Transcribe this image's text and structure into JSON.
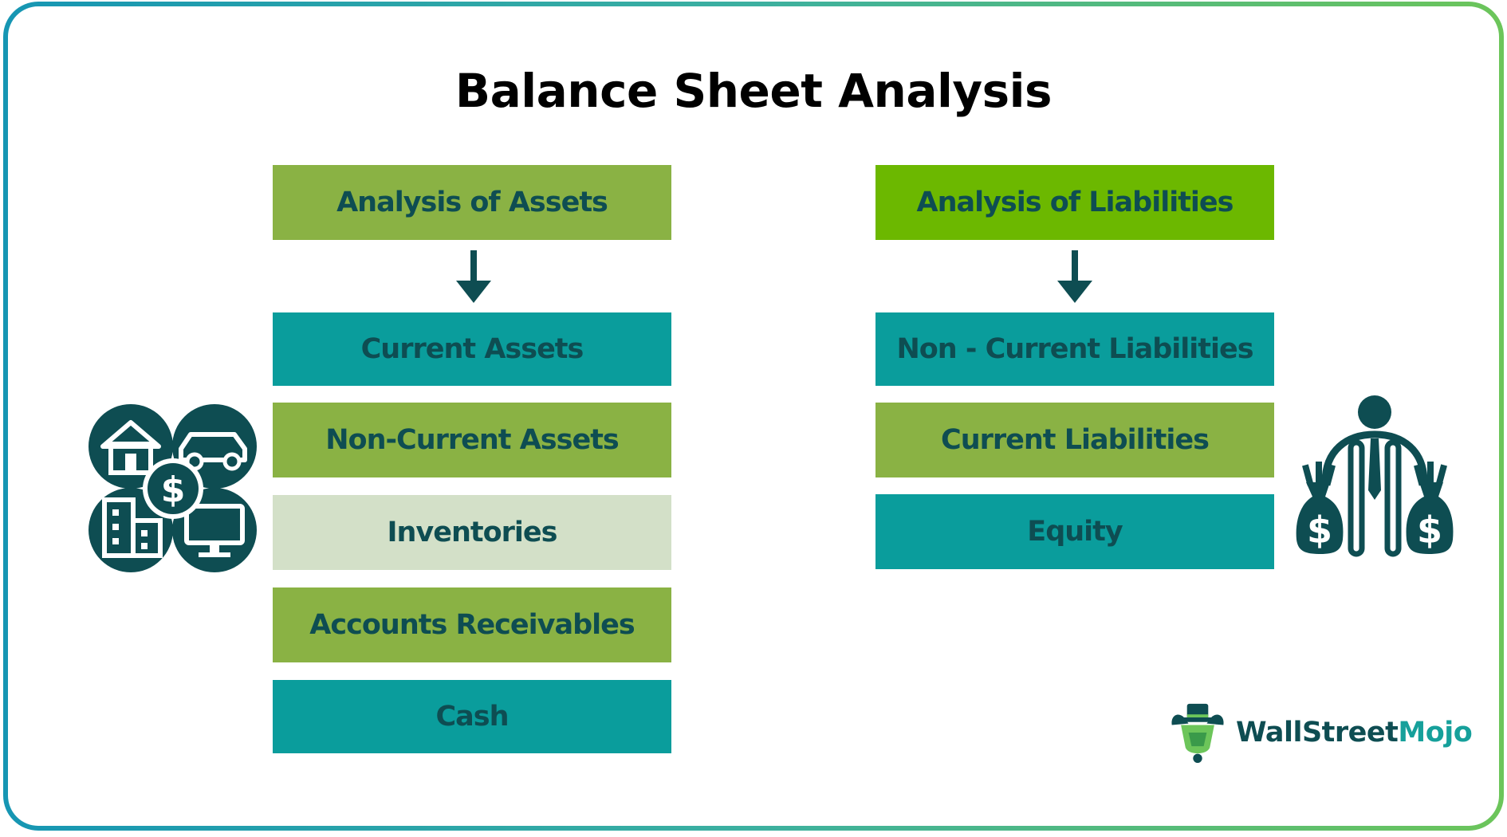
{
  "title": "Balance Sheet Analysis",
  "colors": {
    "olive": "#8ab244",
    "bright_green": "#6cb800",
    "teal": "#0a9d9c",
    "pale": "#d3e0c8",
    "dark_text": "#0e4d52",
    "icon_dark": "#0e4d52"
  },
  "assets": {
    "header": "Analysis of Assets",
    "items": [
      "Current Assets",
      "Non-Current Assets",
      "Inventories",
      "Accounts Receivables",
      "Cash"
    ]
  },
  "liabilities": {
    "header": "Analysis of Liabilities",
    "items": [
      "Non - Current Liabilities",
      "Current Liabilities",
      "Equity"
    ]
  },
  "icons": {
    "assets_cluster": [
      "house-icon",
      "car-icon",
      "dollar-coin-icon",
      "building-icon",
      "computer-icon"
    ],
    "liabilities_figure": [
      "businessman-icon",
      "money-bag-icon"
    ]
  },
  "logo": {
    "part1": "WallStreet",
    "part2": "Mojo",
    "icon": "bull-mascot-icon"
  }
}
